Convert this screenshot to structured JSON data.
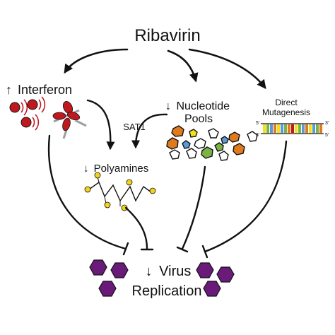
{
  "title": "Ribavirin",
  "interferon": {
    "arrow": "↑",
    "label": "Interferon"
  },
  "sat1": "SAT1",
  "polyamines": {
    "arrow": "↓",
    "label": "Polyamines"
  },
  "nucleotide": {
    "arrow": "↓",
    "line1": "Nucleotide",
    "line2": "Pools"
  },
  "mutagenesis": {
    "line1": "Direct",
    "line2": "Mutagenesis"
  },
  "dna": {
    "prime5": "5'",
    "prime3": "3'"
  },
  "virus": {
    "arrow": "↓",
    "line1": "Virus",
    "line2": "Replication"
  },
  "colors": {
    "interferon_red": "#c0181f",
    "virus_purple": "#6a1b7a",
    "nucleotide_orange": "#e07a1f",
    "nucleotide_green": "#7cb342",
    "nucleotide_yellow": "#f2e01a",
    "nucleotide_blue": "#5b9bd5",
    "polyamine_yellow": "#f2d21a"
  }
}
